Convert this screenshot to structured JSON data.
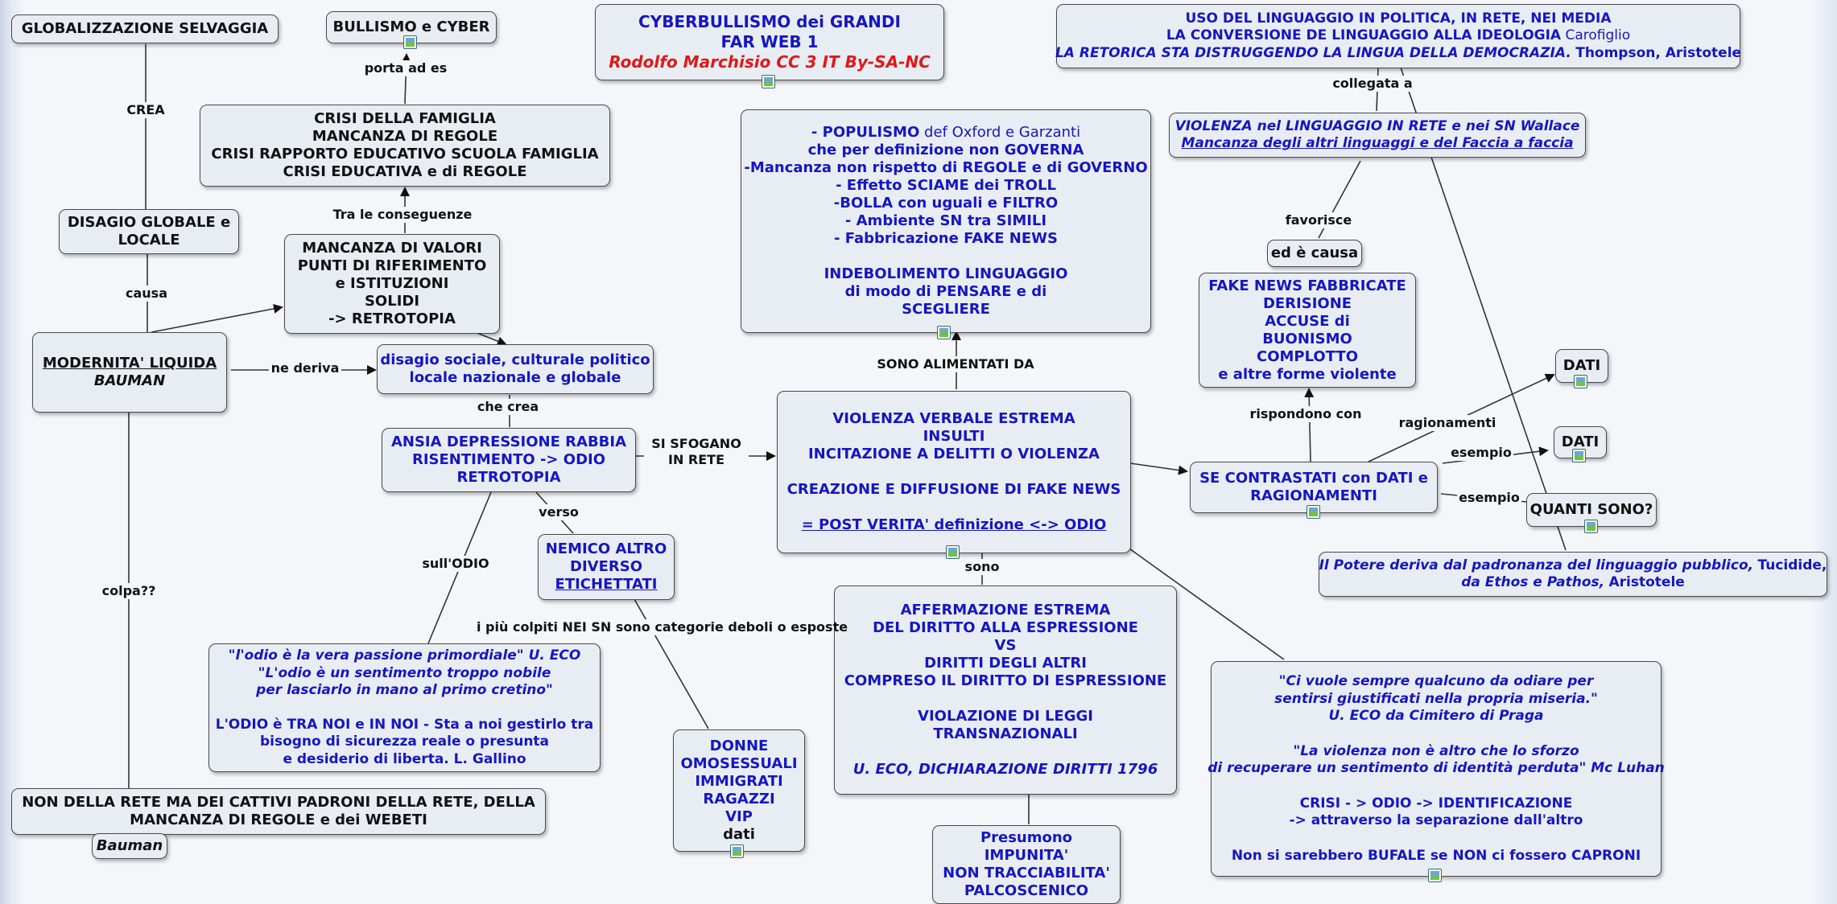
{
  "nodes": {
    "globalizzazione": "GLOBALIZZAZIONE SELVAGGIA",
    "bullismo": "BULLISMO e CYBER",
    "title": {
      "line1": "CYBERBULLISMO dei GRANDI",
      "line2": "FAR WEB 1",
      "line3": "Rodolfo Marchisio CC 3 IT By-SA-NC"
    },
    "linguaggio": {
      "line1": "USO DEL LINGUAGGIO IN POLITICA, IN RETE, NEI MEDIA",
      "line2a": "LA CONVERSIONE DE LINGUAGGIO ALLA IDEOLOGIA",
      "line2b": "Carofiglio",
      "line3a": "LA RETORICA STA DISTRUGGENDO LA LINGUA DELLA DEMOCRAZIA.",
      "line3b": "Thompson, Aristotele"
    },
    "crisi_famiglia": [
      "CRISI DELLA FAMIGLIA",
      "MANCANZA DI REGOLE",
      "CRISI RAPPORTO EDUCATIVO SCUOLA FAMIGLIA",
      "CRISI EDUCATIVA e di REGOLE"
    ],
    "populismo": {
      "line1a": "- POPULISMO",
      "line1b": "def Oxford e Garzanti",
      "lines": [
        "che per definizione non GOVERNA",
        "-Mancanza non rispetto di REGOLE e di GOVERNO",
        "- Effetto SCIAME dei TROLL",
        "-BOLLA con uguali e FILTRO",
        "- Ambiente SN tra SIMILI",
        "- Fabbricazione FAKE NEWS",
        "",
        "INDEBOLIMENTO LINGUAGGIO",
        "di modo di PENSARE e di",
        "SCEGLIERE"
      ]
    },
    "violenza_linguaggio": [
      "VIOLENZA nel LINGUAGGIO IN RETE e nei SN Wallace",
      "Mancanza degli altri linguaggi e del Faccia a faccia"
    ],
    "disagio_globale": [
      "DISAGIO GLOBALE e",
      "LOCALE"
    ],
    "mancanza_valori": [
      "MANCANZA DI VALORI",
      "PUNTI DI RIFERIMENTO",
      "e ISTITUZIONI",
      "SOLIDI",
      "-> RETROTOPIA"
    ],
    "ed_causa": "ed è causa",
    "fake_news": [
      "FAKE NEWS FABBRICATE",
      "DERISIONE",
      "ACCUSE di",
      "BUONISMO",
      "COMPLOTTO",
      "e altre forme violente"
    ],
    "modernita": [
      "MODERNITA' LIQUIDA",
      "BAUMAN"
    ],
    "disagio_sociale": [
      "disagio sociale, culturale politico",
      "locale nazionale e globale"
    ],
    "dati1": "DATI",
    "dati2": "DATI",
    "ansia": [
      "ANSIA DEPRESSIONE RABBIA",
      "RISENTIMENTO -> ODIO",
      "RETROTOPIA"
    ],
    "violenza_verbale": [
      "VIOLENZA VERBALE ESTREMA",
      "INSULTI",
      "INCITAZIONE A DELITTI O VIOLENZA",
      "",
      "CREAZIONE E DIFFUSIONE DI FAKE NEWS",
      "",
      "=    POST VERITA' definizione <-> ODIO"
    ],
    "contrastati": [
      "SE CONTRASTATI con DATI e",
      "RAGIONAMENTI"
    ],
    "quanti": "QUANTI SONO?",
    "potere": {
      "line1a": "Il Potere deriva dal  padronanza del linguaggio pubblico,",
      "line1b": "Tucidide,",
      "line2a": "da Ethos e Pathos,",
      "line2b": "Aristotele"
    },
    "nemico": [
      "NEMICO ALTRO",
      "DIVERSO",
      "ETICHETTATI"
    ],
    "affermazione": [
      "AFFERMAZIONE ESTREMA",
      "DEL DIRITTO ALLA ESPRESSIONE",
      "VS",
      "DIRITTI DEGLI ALTRI",
      "COMPRESO IL DIRITTO DI ESPRESSIONE",
      "",
      "VIOLAZIONE DI LEGGI",
      "TRANSNAZIONALI",
      "",
      "U. ECO, DICHIARAZIONE DIRITTI 1796"
    ],
    "odio_quote": {
      "italic_lines": [
        "\"l'odio è la vera passione primordiale\" U. ECO",
        "\"L'odio è un sentimento troppo nobile",
        "per lasciarlo in mano al primo cretino\""
      ],
      "lines": [
        "L'ODIO è TRA NOI e IN NOI - Sta a noi gestirlo tra",
        "bisogno di sicurezza reale o presunta",
        "e desiderio di liberta. L. Gallino"
      ]
    },
    "eco_quote": {
      "italic_lines": [
        "\"Ci vuole sempre qualcuno da odiare per",
        "sentirsi giustificati nella propria miseria.\"",
        "U. ECO da Cimitero di Praga",
        "",
        "\"La violenza non è altro che  lo sforzo",
        "di recuperare un sentimento di identità perduta\" Mc Luhan"
      ],
      "lines": [
        "CRISI - > ODIO -> IDENTIFICAZIONE",
        "-> attraverso la separazione dall'altro",
        "",
        "Non si sarebbero BUFALE se NON ci fossero CAPRONI"
      ]
    },
    "donne": {
      "lines": [
        "DONNE",
        "OMOSESSUALI",
        "IMMIGRATI",
        "RAGAZZI",
        "VIP"
      ],
      "last": "dati"
    },
    "cattivi_padroni": [
      "NON DELLA RETE MA DEI CATTIVI PADRONI DELLA RETE, DELLA",
      "MANCANZA DI REGOLE e dei WEBETI"
    ],
    "bauman_small": "Bauman",
    "presumono": [
      "Presumono",
      "IMPUNITA'",
      "NON TRACCIABILITA'",
      "PALCOSCENICO"
    ]
  },
  "links": {
    "crea": "CREA",
    "porta_ad_es": "porta ad es",
    "collegata_a": "collegata a",
    "favorisce": "favorisce",
    "tra_le_conseguenze": "Tra le conseguenze",
    "causa": "causa",
    "ne_deriva": "ne deriva",
    "sono_alimentati_da": "SONO ALIMENTATI DA",
    "rispondono_con": "rispondono con",
    "ragionamenti": "ragionamenti",
    "che_crea": "che crea",
    "si_sfogano": [
      "SI SFOGANO",
      "IN RETE"
    ],
    "esempio1": "esempio",
    "esempio2": "esempio",
    "verso": "verso",
    "sull_odio": "sull'ODIO",
    "colpa": "colpa??",
    "sono": "sono",
    "piu_colpiti": "i più colpiti NEI SN sono categorie deboli o esposte"
  },
  "colors": {
    "black_text": "#111111",
    "blue_text": "#1616c0",
    "red_text": "#e01818",
    "node_fill": "#e8edf3",
    "node_border": "#4a4a4a"
  }
}
